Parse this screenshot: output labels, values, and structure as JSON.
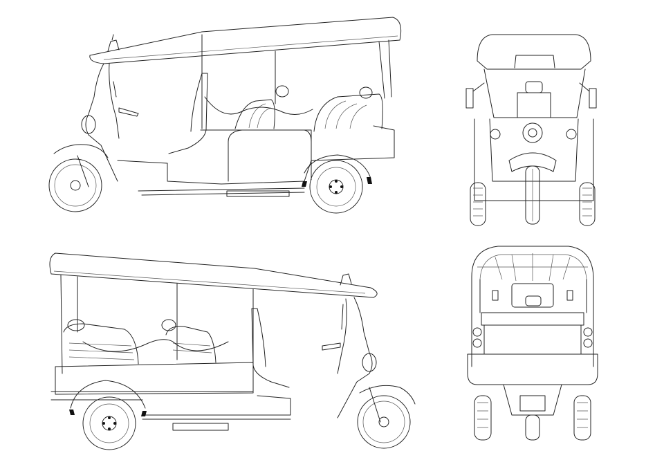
{
  "views": [
    {
      "id": "left-side",
      "label": ""
    },
    {
      "id": "front",
      "label": ""
    },
    {
      "id": "right-side",
      "label": ""
    },
    {
      "id": "rear",
      "label": ""
    }
  ],
  "colors": {
    "line": "#222222",
    "background": "#ffffff",
    "accent": "#111111"
  }
}
